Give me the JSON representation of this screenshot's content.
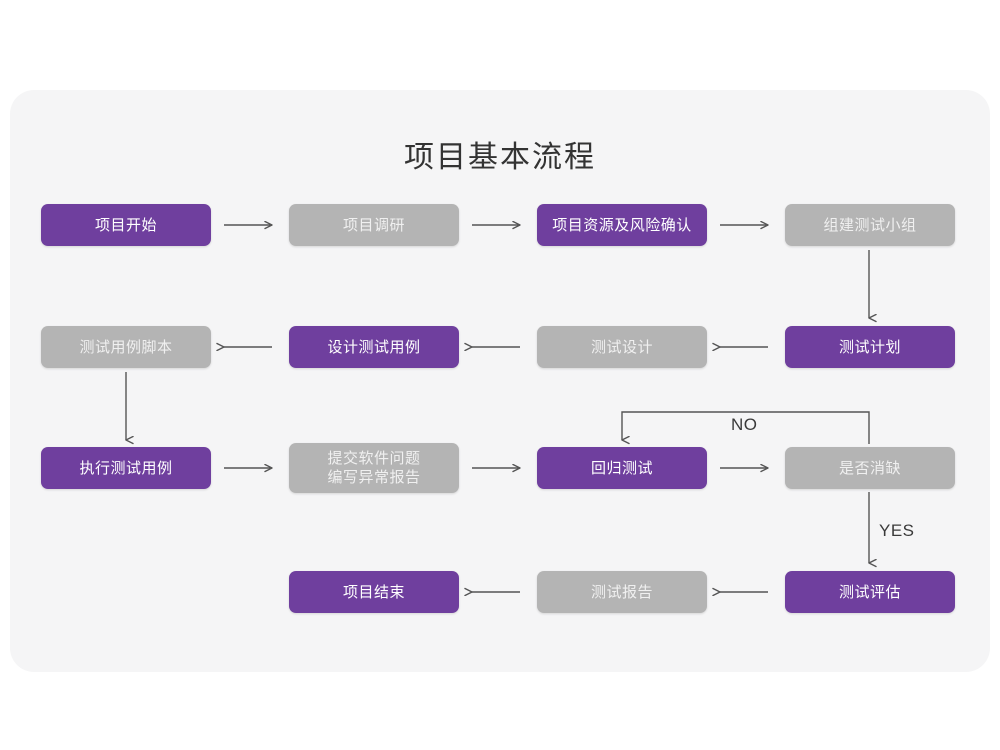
{
  "page": {
    "title": "项目基本流程",
    "background_color": "#ffffff",
    "card_color": "#f5f5f6"
  },
  "theme": {
    "purple": "#6f3f9e",
    "gray": "#b4b4b4",
    "purple_text": "#ffffff",
    "gray_text": "#f0f0f0",
    "arrow_color": "#555555",
    "title_color": "#333333"
  },
  "nodes": [
    {
      "id": "start",
      "label": "项目开始",
      "style": "purple",
      "row": 1,
      "col": 1
    },
    {
      "id": "research",
      "label": "项目调研",
      "style": "gray",
      "row": 1,
      "col": 2
    },
    {
      "id": "resource",
      "label": "项目资源及风险确认",
      "style": "purple",
      "row": 1,
      "col": 3
    },
    {
      "id": "team",
      "label": "组建测试小组",
      "style": "gray",
      "row": 1,
      "col": 4
    },
    {
      "id": "script",
      "label": "测试用例脚本",
      "style": "gray",
      "row": 2,
      "col": 1
    },
    {
      "id": "design-case",
      "label": "设计测试用例",
      "style": "purple",
      "row": 2,
      "col": 2
    },
    {
      "id": "test-design",
      "label": "测试设计",
      "style": "gray",
      "row": 2,
      "col": 3
    },
    {
      "id": "test-plan",
      "label": "测试计划",
      "style": "purple",
      "row": 2,
      "col": 4
    },
    {
      "id": "execute",
      "label": "执行测试用例",
      "style": "purple",
      "row": 3,
      "col": 1
    },
    {
      "id": "submit",
      "label_line1": "提交软件问题",
      "label_line2": "编写异常报告",
      "style": "gray",
      "row": 3,
      "col": 2
    },
    {
      "id": "regression",
      "label": "回归测试",
      "style": "purple",
      "row": 3,
      "col": 3
    },
    {
      "id": "defect-check",
      "label": "是否消缺",
      "style": "gray",
      "row": 3,
      "col": 4
    },
    {
      "id": "project-end",
      "label": "项目结束",
      "style": "purple",
      "row": 4,
      "col": 2
    },
    {
      "id": "test-report",
      "label": "测试报告",
      "style": "gray",
      "row": 4,
      "col": 3
    },
    {
      "id": "evaluation",
      "label": "测试评估",
      "style": "purple",
      "row": 4,
      "col": 4
    }
  ],
  "edge_labels": {
    "no": "NO",
    "yes": "YES"
  }
}
